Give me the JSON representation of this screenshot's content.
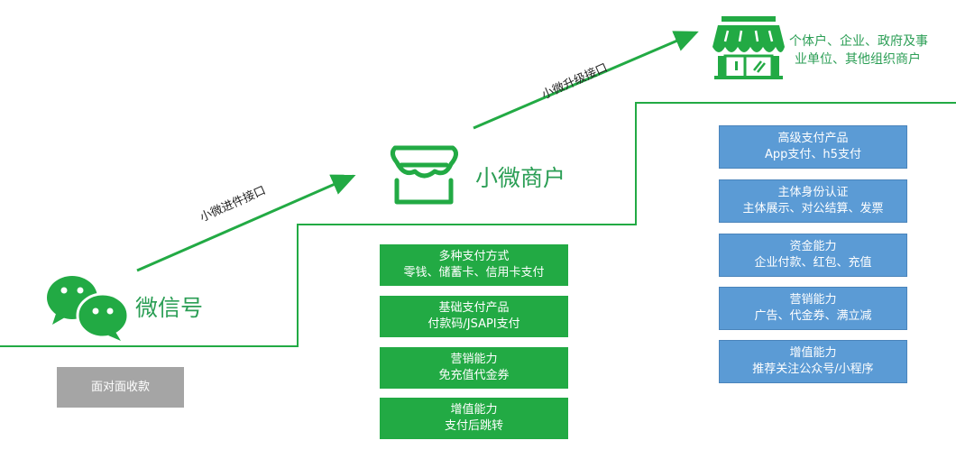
{
  "colors": {
    "green": "#22aa44",
    "blue": "#5b9bd5",
    "gray": "#a5a5a5",
    "text_green": "#2b9e55"
  },
  "stages": {
    "wechat": {
      "label": "微信号",
      "icon": "wechat-icon"
    },
    "micro": {
      "label": "小微商户",
      "icon": "store-outline-icon"
    },
    "enterprise": {
      "line1": "个体户、企业、政府及事",
      "line2": "业单位、其他组织商户",
      "icon": "storefront-icon"
    }
  },
  "arrows": {
    "to_micro": "小微进件接口",
    "to_enterprise": "小微升级接口"
  },
  "wechat_features": [
    {
      "title": "面对面收款",
      "sub": ""
    }
  ],
  "micro_features": [
    {
      "title": "多种支付方式",
      "sub": "零钱、储蓄卡、信用卡支付"
    },
    {
      "title": "基础支付产品",
      "sub": "付款码/JSAPI支付"
    },
    {
      "title": "营销能力",
      "sub": "免充值代金券"
    },
    {
      "title": "增值能力",
      "sub": "支付后跳转"
    }
  ],
  "enterprise_features": [
    {
      "title": "高级支付产品",
      "sub": "App支付、h5支付"
    },
    {
      "title": "主体身份认证",
      "sub": "主体展示、对公结算、发票"
    },
    {
      "title": "资金能力",
      "sub": "企业付款、红包、充值"
    },
    {
      "title": "营销能力",
      "sub": "广告、代金券、满立减"
    },
    {
      "title": "增值能力",
      "sub": "推荐关注公众号/小程序"
    }
  ]
}
